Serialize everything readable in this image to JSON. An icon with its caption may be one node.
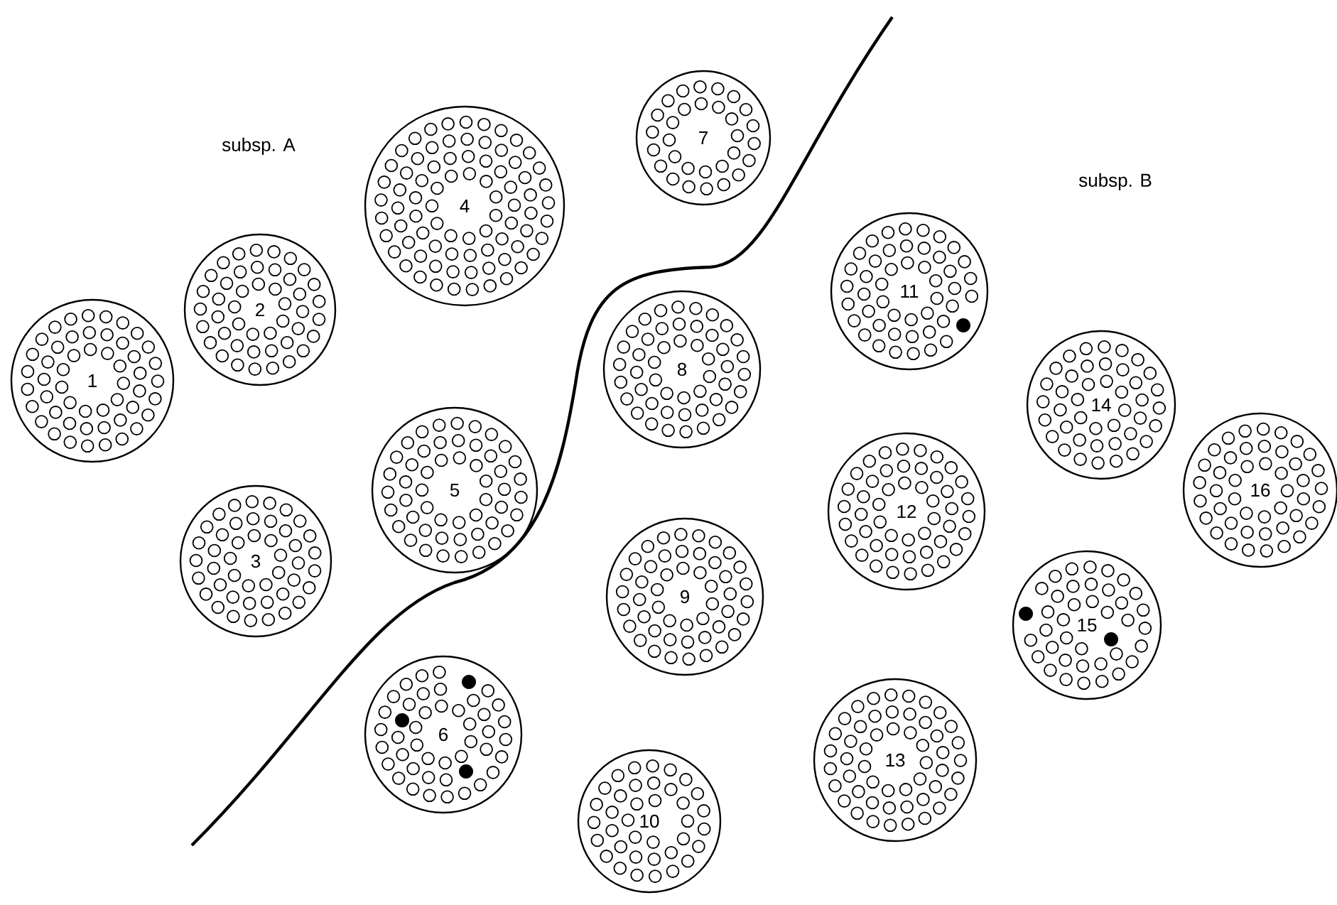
{
  "diagram": {
    "nodes": [
      {
        "text": [
          "1"
        ]
      },
      {
        "text": [
          "2"
        ]
      },
      {
        "text": [
          "3"
        ]
      },
      {
        "text": [
          "4"
        ]
      },
      {
        "text": [
          "5"
        ]
      },
      {
        "text": [
          "6"
        ]
      },
      {
        "text": [
          "7"
        ]
      },
      {
        "text": [
          "8"
        ]
      },
      {
        "text": [
          "9"
        ]
      },
      {
        "text": [
          "10"
        ]
      },
      {
        "text": [
          "11"
        ]
      },
      {
        "text": [
          "12"
        ]
      },
      {
        "text": [
          "13"
        ]
      },
      {
        "text": [
          "14"
        ]
      },
      {
        "text": [
          "15"
        ]
      },
      {
        "text": [
          "16"
        ]
      }
    ],
    "labels": [
      "subsp. A",
      "subsp. B"
    ]
  }
}
